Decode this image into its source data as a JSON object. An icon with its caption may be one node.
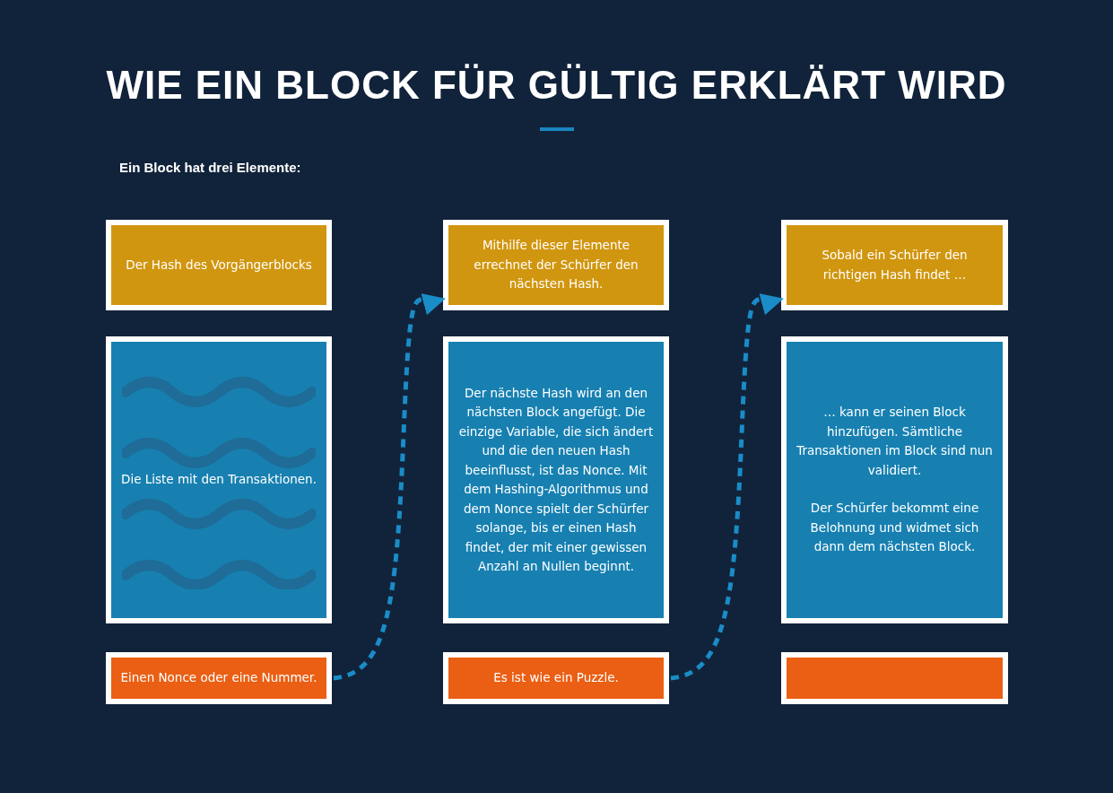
{
  "diagram": {
    "title": "WIE EIN BLOCK FÜR GÜLTIG ERKLÄRT WIRD",
    "nodes": [
      {
        "text": [
          "Der Hash des Vorgängerblocks"
        ]
      },
      {
        "text": [
          "Die Liste mit den Transaktionen."
        ]
      },
      {
        "text": [
          "Einen Nonce oder eine Nummer."
        ]
      },
      {
        "text": [
          "Mithilfe dieser Elemente errechnet der Schürfer den nächsten Hash."
        ]
      },
      {
        "text": [
          "Der nächste Hash wird an den nächsten Block angefügt. Die einzige Variable, die sich ändert und die den neuen Hash beeinflusst, ist das Nonce. Mit dem Hashing-Algorithmus und dem Nonce spielt der Schürfer solange, bis er einen Hash findet, der mit einer gewissen Anzahl an Nullen beginnt."
        ]
      },
      {
        "text": [
          "Es ist wie ein Puzzle."
        ]
      },
      {
        "text": [
          "Sobald ein Schürfer den richtigen Hash findet …"
        ]
      },
      {
        "text": [
          "… kann er seinen Block hinzufügen. Sämtliche Transaktionen im Block sind nun validiert.",
          "Der Schürfer bekommt eine Belohnung und widmet sich dann dem nächsten Block."
        ]
      },
      {
        "text": [],
        "shape": "box"
      }
    ],
    "edges": [
      {
        "from": 2,
        "to": 3,
        "arrow": "to",
        "style": "dashed"
      },
      {
        "from": 5,
        "to": 6,
        "arrow": "to",
        "style": "dashed"
      }
    ],
    "labels": [
      "Ein Block hat drei Elemente:"
    ]
  }
}
